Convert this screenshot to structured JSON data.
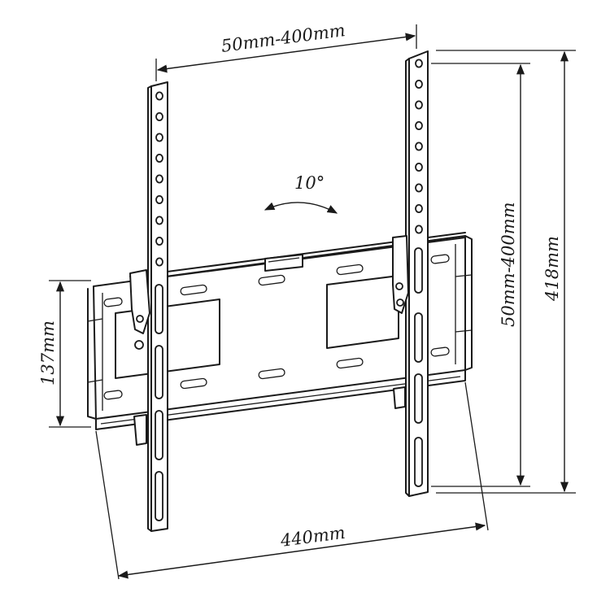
{
  "dimensions": {
    "vesa_width": "50mm-400mm",
    "vesa_height": "50mm-400mm",
    "overall_height": "418mm",
    "wall_plate_height": "137mm",
    "overall_width": "440mm",
    "tilt_angle": "10°"
  },
  "colors": {
    "line": "#1a1a1a",
    "background": "#ffffff"
  },
  "icons": [
    "tv-bracket-drawing",
    "tilt-arrow-icon"
  ]
}
